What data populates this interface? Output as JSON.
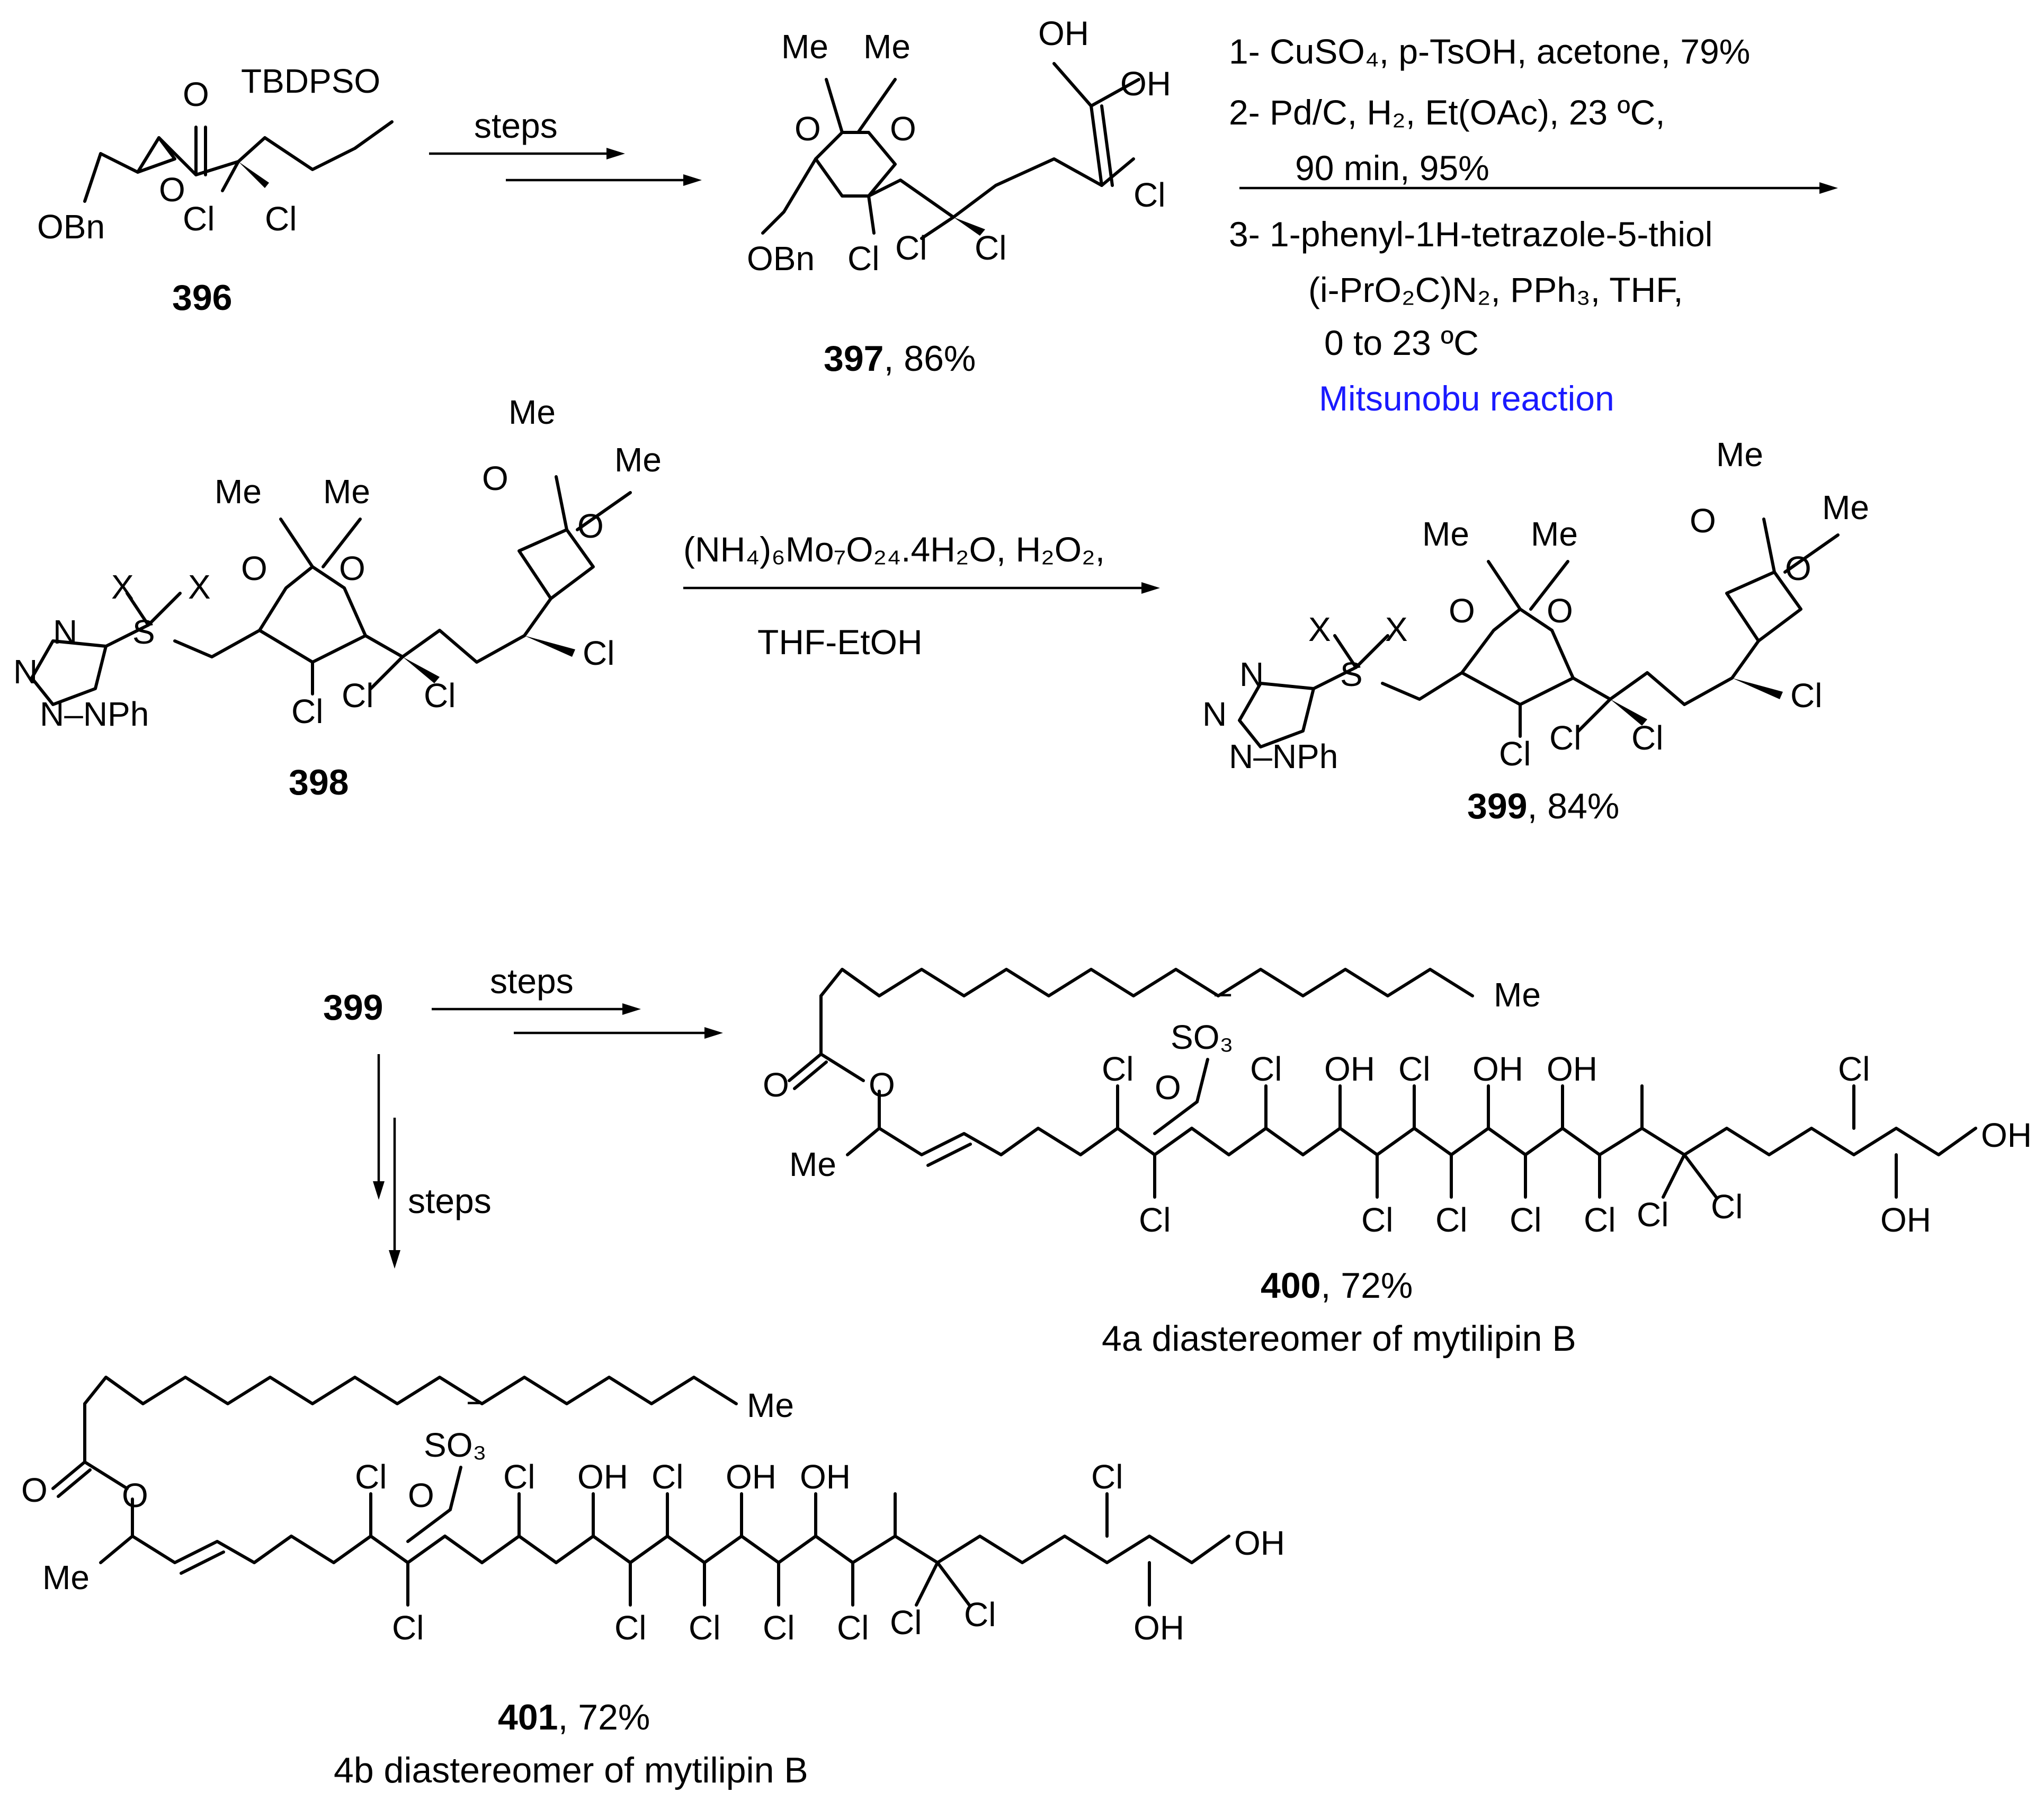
{
  "colors": {
    "ink": "#000000",
    "highlight": "#1a1aff",
    "background": "#ffffff"
  },
  "atoms": {
    "o": "O",
    "oh": "OH",
    "cl": "Cl",
    "me": "Me",
    "obn": "OBn",
    "tbdpso": "TBDPSO",
    "n": "N",
    "nph": "N–NPh",
    "s": "S",
    "x": "X",
    "so3": "SO₃",
    "minus": "−"
  },
  "compounds": {
    "c396": {
      "number": "396"
    },
    "c397": {
      "number": "397",
      "yield": ", 86%"
    },
    "c398": {
      "number": "398"
    },
    "c399": {
      "number": "399",
      "yield": ", 84%"
    },
    "c399_start": {
      "number": "399"
    },
    "c400": {
      "number": "400",
      "yield": ", 72%",
      "note": "4a diastereomer of mytilipin B"
    },
    "c401": {
      "number": "401",
      "yield": ", 72%",
      "note": "4b diastereomer of mytilipin B"
    }
  },
  "arrows": {
    "a1": {
      "label": "steps"
    },
    "a2": {
      "line1": "1- CuSO₄, p-TsOH, acetone, 79%",
      "line2": "2- Pd/C, H₂, Et(OAc), 23 ºC,",
      "line3": "90 min, 95%",
      "line4": "3- 1-phenyl-1H-tetrazole-5-thiol",
      "line5": "(i-PrO₂C)N₂, PPh₃, THF,",
      "line6": "0 to 23 ºC",
      "line7": "Mitsunobu reaction"
    },
    "a3": {
      "line1": "(NH₄)₆Mo₇O₂₄.4H₂O, H₂O₂,",
      "line2": "THF-EtOH"
    },
    "a4": {
      "label": "steps"
    },
    "a5": {
      "label": "steps"
    }
  }
}
